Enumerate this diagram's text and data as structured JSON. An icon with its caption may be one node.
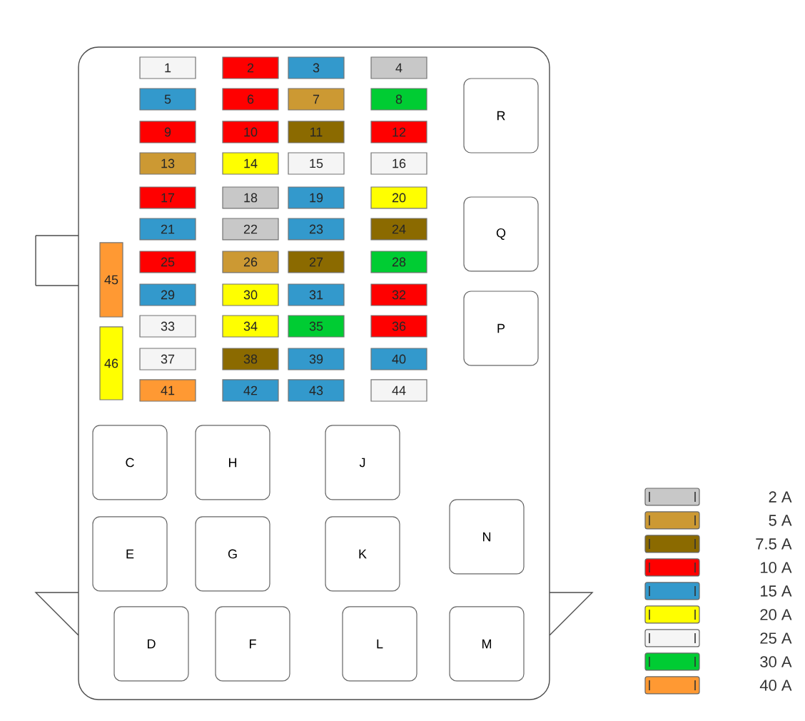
{
  "diagram": {
    "nodes": [
      {
        "text": [
          "1"
        ]
      },
      {
        "text": [
          "2"
        ]
      },
      {
        "text": [
          "3"
        ]
      },
      {
        "text": [
          "4"
        ]
      },
      {
        "text": [
          "5"
        ]
      },
      {
        "text": [
          "6"
        ]
      },
      {
        "text": [
          "7"
        ]
      },
      {
        "text": [
          "8"
        ]
      },
      {
        "text": [
          "9"
        ]
      },
      {
        "text": [
          "10"
        ]
      },
      {
        "text": [
          "11"
        ]
      },
      {
        "text": [
          "12"
        ]
      },
      {
        "text": [
          "13"
        ]
      },
      {
        "text": [
          "14"
        ]
      },
      {
        "text": [
          "15"
        ]
      },
      {
        "text": [
          "16"
        ]
      },
      {
        "text": [
          "17"
        ]
      },
      {
        "text": [
          "18"
        ]
      },
      {
        "text": [
          "19"
        ]
      },
      {
        "text": [
          "20"
        ]
      },
      {
        "text": [
          "21"
        ]
      },
      {
        "text": [
          "22"
        ]
      },
      {
        "text": [
          "23"
        ]
      },
      {
        "text": [
          "24"
        ]
      },
      {
        "text": [
          "25"
        ]
      },
      {
        "text": [
          "26"
        ]
      },
      {
        "text": [
          "27"
        ]
      },
      {
        "text": [
          "28"
        ]
      },
      {
        "text": [
          "29"
        ]
      },
      {
        "text": [
          "30"
        ]
      },
      {
        "text": [
          "31"
        ]
      },
      {
        "text": [
          "32"
        ]
      },
      {
        "text": [
          "33"
        ]
      },
      {
        "text": [
          "34"
        ]
      },
      {
        "text": [
          "35"
        ]
      },
      {
        "text": [
          "36"
        ]
      },
      {
        "text": [
          "37"
        ]
      },
      {
        "text": [
          "38"
        ]
      },
      {
        "text": [
          "39"
        ]
      },
      {
        "text": [
          "40"
        ]
      },
      {
        "text": [
          "41"
        ]
      },
      {
        "text": [
          "42"
        ]
      },
      {
        "text": [
          "43"
        ]
      },
      {
        "text": [
          "44"
        ]
      },
      {
        "text": [
          "45"
        ]
      },
      {
        "text": [
          "46"
        ]
      },
      {
        "text": [
          "R"
        ]
      },
      {
        "text": [
          "Q"
        ]
      },
      {
        "text": [
          "P"
        ]
      },
      {
        "text": [
          "C"
        ]
      },
      {
        "text": [
          "H"
        ]
      },
      {
        "text": [
          "J"
        ]
      },
      {
        "text": [
          "E"
        ]
      },
      {
        "text": [
          "G"
        ]
      },
      {
        "text": [
          "K"
        ]
      },
      {
        "text": [
          "N"
        ]
      },
      {
        "text": [
          "D"
        ]
      },
      {
        "text": [
          "F"
        ]
      },
      {
        "text": [
          "L"
        ]
      },
      {
        "text": [
          "M"
        ]
      }
    ],
    "legend": [
      {
        "text": "2 A",
        "color": "#c8c8c8"
      },
      {
        "text": "5 A",
        "color": "#cc9933"
      },
      {
        "text": "7.5 A",
        "color": "#8b6a00"
      },
      {
        "text": "10 A",
        "color": "#ff0000"
      },
      {
        "text": "15 A",
        "color": "#3399cc"
      },
      {
        "text": "20 A",
        "color": "#ffff00"
      },
      {
        "text": "25 A",
        "color": "#f5f5f5"
      },
      {
        "text": "30 A",
        "color": "#00cc33"
      },
      {
        "text": "40 A",
        "color": "#ff9933"
      }
    ]
  }
}
